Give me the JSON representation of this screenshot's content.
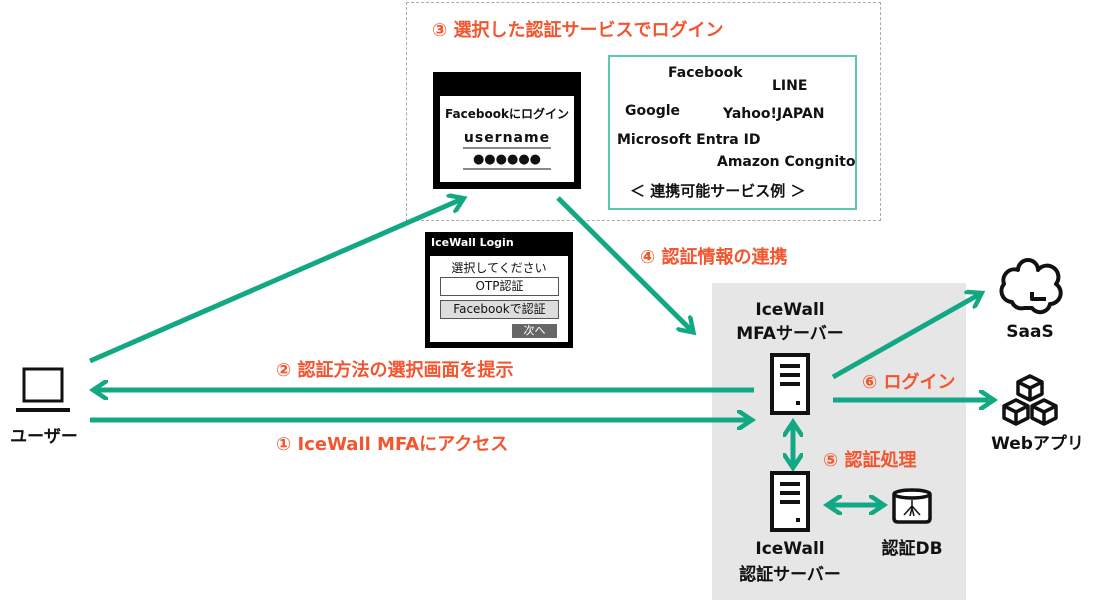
{
  "steps": {
    "step1": "① IceWall MFAにアクセス",
    "step2": "② 認証方法の選択画面を提示",
    "step3": "③ 選択した認証サービスでログイン",
    "step4": "④ 認証情報の連携",
    "step5": "⑤ 認証処理",
    "step6": "⑥ ログイン"
  },
  "user": {
    "label": "ユーザー"
  },
  "mfa_server": {
    "line1": "IceWall",
    "line2": "MFAサーバー"
  },
  "auth_server": {
    "line1": "IceWall",
    "line2": "認証サーバー"
  },
  "auth_db": {
    "label": "認証DB"
  },
  "saas": {
    "label": "SaaS"
  },
  "webapp": {
    "label": "Webアプリ"
  },
  "facebook_login": {
    "title": "Facebookにログイン",
    "username": "username",
    "password": "●●●●●●"
  },
  "icewall_login": {
    "title": "IceWall Login",
    "prompt": "選択してください",
    "option1": "OTP認証",
    "option2": "Facebookで認証",
    "next": "次へ"
  },
  "services": {
    "items": [
      "Facebook",
      "LINE",
      "Google",
      "Yahoo!JAPAN",
      "Microsoft Entra ID",
      "Amazon Congnito"
    ],
    "caption": "＜ 連携可能サービス例 ＞"
  },
  "colors": {
    "arrow": "#12a884",
    "step_label": "#f4552e",
    "server_zone": "#e6e6e6",
    "service_border": "#5cc8b0"
  }
}
